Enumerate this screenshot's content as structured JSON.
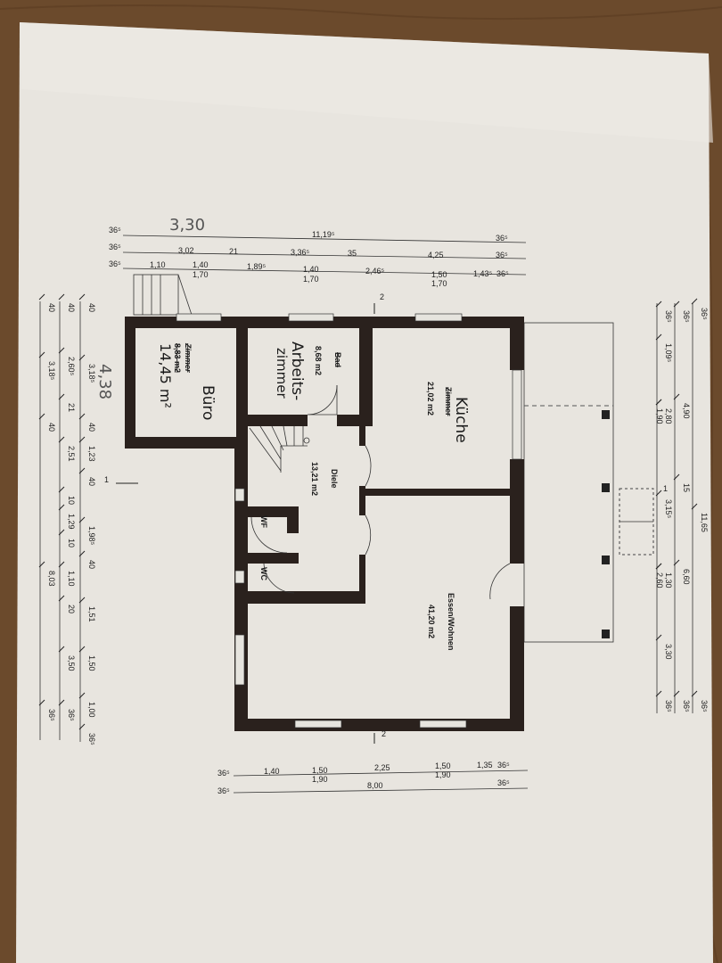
{
  "plan": {
    "handwritten_width": "3,30",
    "handwritten_height": "4,38",
    "section_markers": {
      "top": "2",
      "bottom": "2",
      "left": "1",
      "right": "1"
    },
    "top_dims": {
      "row1": [
        "36⁵",
        "11,19⁵",
        "36⁵"
      ],
      "row2": [
        "36⁵",
        "3,02",
        "21",
        "3,36⁵",
        "35",
        "4,25",
        "36⁵"
      ],
      "row3": [
        "36⁵",
        "1,10",
        "1,40",
        "1,70",
        "1,89⁵",
        "1,40",
        "1,70",
        "2,46⁵",
        "1,50",
        "1,70",
        "1,43⁵",
        "36⁵"
      ]
    },
    "left_dims": {
      "col1": [
        "40",
        "3,18⁵",
        "40",
        "1,23",
        "40",
        "1,98⁵",
        "40",
        "1,51",
        "1,50",
        "1,00",
        "36⁵"
      ],
      "col2": [
        "40",
        "2,60⁵",
        "21",
        "2,51",
        "10",
        "1,29",
        "10",
        "1,10",
        "20",
        "3,50",
        "36⁵"
      ],
      "col3": [
        "40",
        "3,18⁵",
        "40",
        "8,03",
        "36⁵"
      ]
    },
    "right_dims": {
      "col1": [
        "36⁵",
        "11,65",
        "36⁵"
      ],
      "col2": [
        "36⁵",
        "4,90",
        "15",
        "6,60",
        "36⁵"
      ],
      "col3": [
        "36⁵",
        "1,09⁵",
        "2,80",
        "1,90",
        "3,15⁵",
        "1,30",
        "2,60",
        "3,30",
        "36⁵"
      ]
    },
    "bottom_dims": {
      "row1": [
        "36⁵",
        "1,40",
        "1,50",
        "1,90",
        "2,25",
        "1,50",
        "1,90",
        "1,35",
        "36⁵"
      ],
      "row2": [
        "36⁵",
        "8,00",
        "36⁵"
      ]
    },
    "rooms": {
      "buero": {
        "printed_label": "Zimmer",
        "printed_area": "8,83 m2",
        "handwritten_area": "14,45 m²",
        "handwritten_name": "Büro"
      },
      "arbeitszimmer": {
        "printed_label": "Bad",
        "printed_area": "8,68 m2",
        "handwritten_name_1": "Arbeits-",
        "handwritten_name_2": "zimmer"
      },
      "kueche": {
        "printed_label": "Zimmer",
        "printed_area": "21,02 m2",
        "handwritten_name": "Küche"
      },
      "diele": {
        "label": "Diele",
        "area": "13,21 m2"
      },
      "wf": {
        "label": "WF"
      },
      "wc": {
        "label": "WC"
      },
      "essen_wohnen": {
        "label": "Essen/Wohnen",
        "area": "41,20 m2"
      }
    }
  },
  "colors": {
    "paper": "#e9e6e0",
    "wall": "#2a211d",
    "wood": "#6b4a2c"
  }
}
